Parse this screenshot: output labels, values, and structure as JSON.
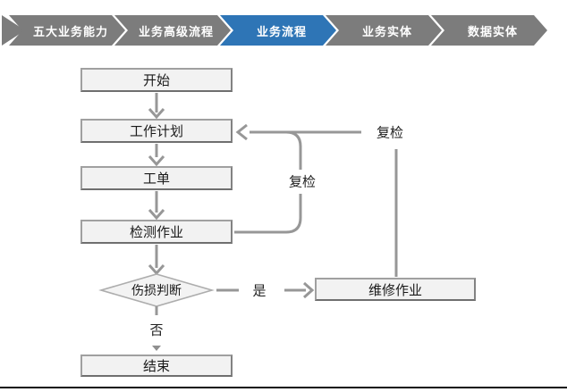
{
  "nav": {
    "tabs": [
      {
        "label": "五大业务能力",
        "active": false
      },
      {
        "label": "业务高级流程",
        "active": false
      },
      {
        "label": "业务流程",
        "active": true
      },
      {
        "label": "业务实体",
        "active": false
      },
      {
        "label": "数据实体",
        "active": false
      }
    ]
  },
  "flowchart": {
    "nodes": {
      "start": "开始",
      "work_plan": "工作计划",
      "work_order": "工单",
      "inspection": "检测作业",
      "damage_decision": "伤损判断",
      "repair": "维修作业",
      "end": "结束"
    },
    "edge_labels": {
      "recheck_inner": "复检",
      "recheck_outer": "复检",
      "yes": "是",
      "no": "否"
    }
  },
  "colors": {
    "tab_gray": "#7C7C7C",
    "tab_blue": "#2E75B6",
    "line": "#979797",
    "node_fill": "#F2F2F2",
    "node_border": "#8F8F8F",
    "node_border_light": "#ADADAD",
    "text": "#1A1A1A",
    "rule": "#0D0D0D"
  }
}
